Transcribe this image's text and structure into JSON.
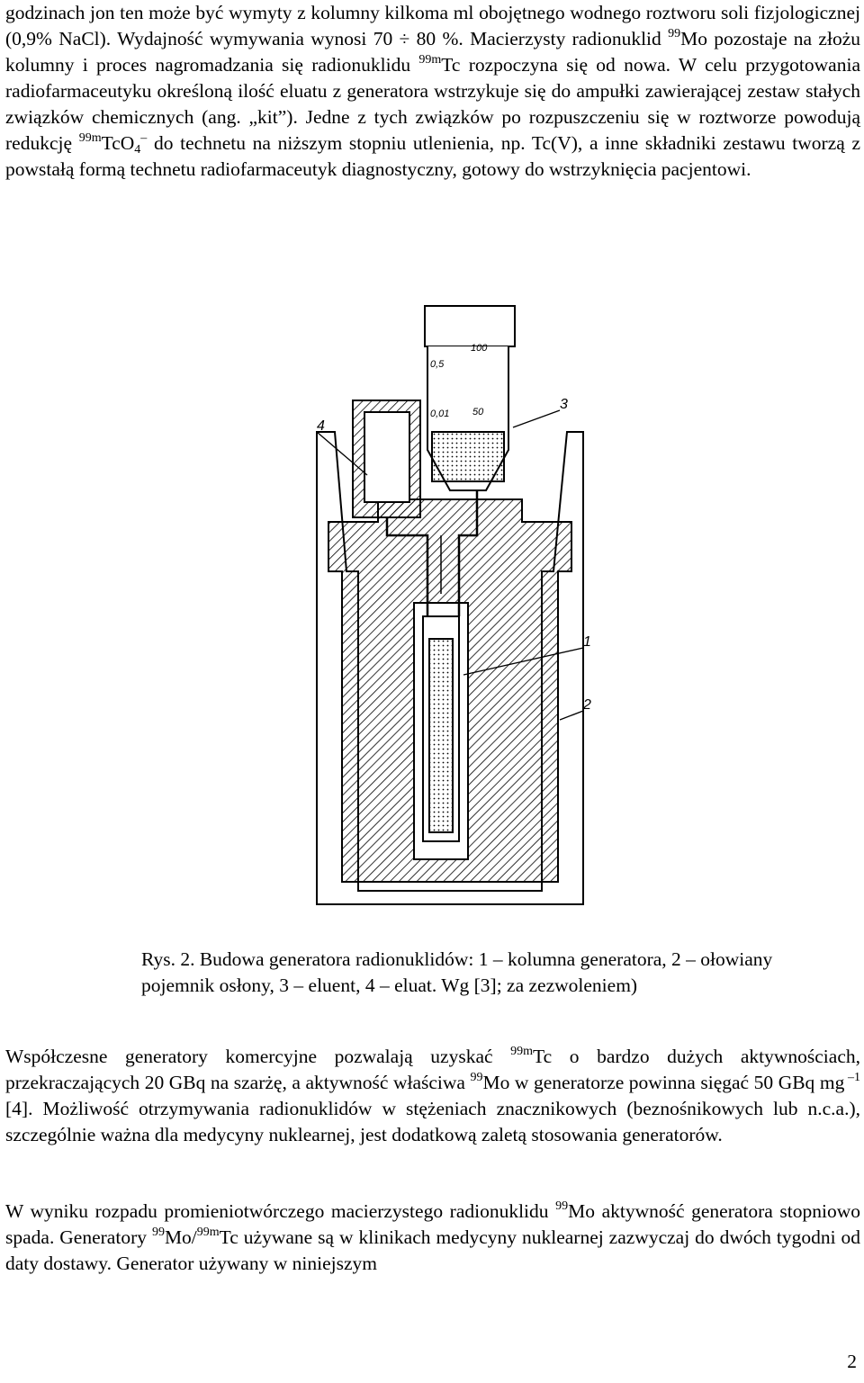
{
  "paragraph1": {
    "t1": "godzinach jon ten może być wymyty z kolumny kilkoma ml obojętnego wodnego roztworu soli fizjologicznej (0,9% NaCl). Wydajność wymywania wynosi 70 ÷ 80 %. Macierzysty radionuklid ",
    "sup1": "99",
    "t2": "Mo pozostaje na złożu kolumny i proces nagromadzania się radionuklidu ",
    "sup2": "99m",
    "t3": "Tc rozpoczyna się od nowa. W celu przygotowania radiofarmaceutyku określoną ilość eluatu z generatora wstrzykuje się do ampułki zawierającej zestaw stałych związków chemicznych (ang. „kit”). Jedne z tych związków po rozpuszczeniu się w roztworze powodują redukcję ",
    "sup3": "99m",
    "t4": "TcO",
    "sub4": "4",
    "sup4": "–",
    "t5": " do technetu na niższym stopniu utlenienia, np. Tc(V), a inne składniki zestawu tworzą z powstałą formą technetu radiofarmaceutyk diagnostyczny, gotowy do wstrzyknięcia pacjentowi."
  },
  "figure": {
    "labels": {
      "l1": "1",
      "l2": "2",
      "l3": "3",
      "l4": "4"
    },
    "scale": {
      "s100": "100",
      "s05": "0,5",
      "s001": "0,01",
      "s50": "50"
    }
  },
  "caption": {
    "line1": "Rys. 2. Budowa generatora radionuklidów: 1 – kolumna generatora, 2 – ołowiany",
    "line2": "pojemnik osłony, 3 – eluent, 4 – eluat. Wg [3]; za zezwoleniem)"
  },
  "paragraph2": {
    "t1": "Współczesne generatory komercyjne pozwalają uzyskać ",
    "sup1": "99m",
    "t2": "Tc o bardzo dużych aktywnościach, przekraczających 20 GBq na szarżę, a aktywność właściwa ",
    "sup2": "99",
    "t3": "Mo w generatorze powinna sięgać 50 GBq mg",
    "sup3": " –1",
    "t4": " [4]. Możliwość otrzymywania radionuklidów w stężeniach znacznikowych (beznośnikowych lub n.c.a.), szczególnie ważna dla medycyny nuklearnej, jest dodatkową zaletą stosowania generatorów."
  },
  "paragraph3": {
    "t1": "W wyniku rozpadu promieniotwórczego macierzystego radionuklidu ",
    "sup1": "99",
    "t2": "Mo aktywność generatora stopniowo spada. Generatory ",
    "sup2": "99",
    "t3": "Mo/",
    "sup3": "99m",
    "t4": "Tc używane są w klinikach medycyny nuklearnej zazwyczaj do dwóch tygodni od daty dostawy. Generator używany w niniejszym"
  },
  "page_number": "2"
}
